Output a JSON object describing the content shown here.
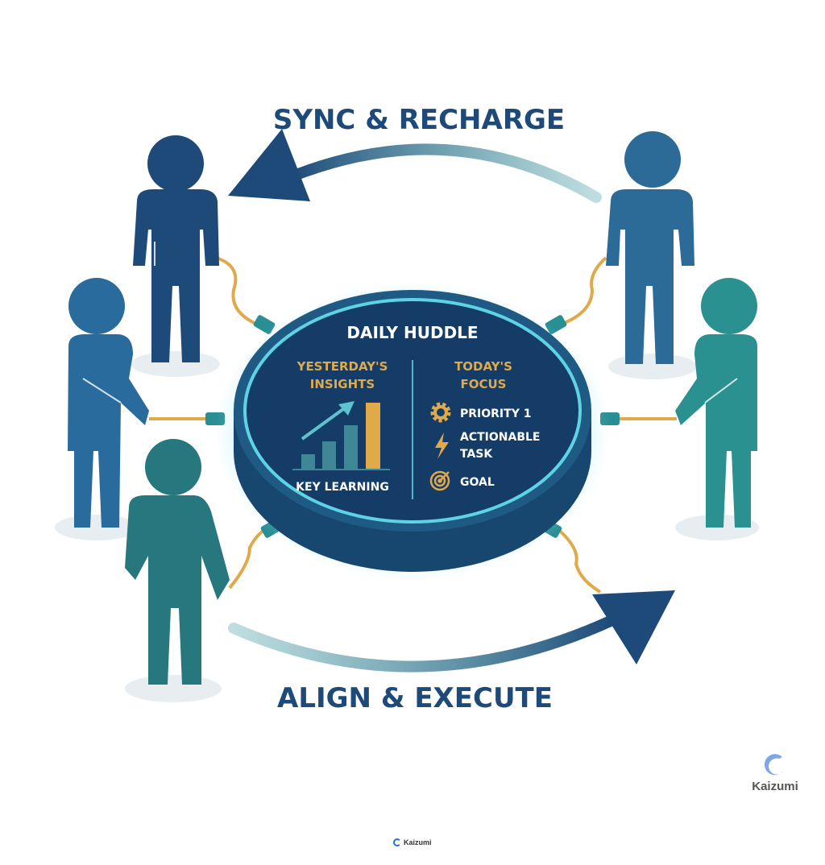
{
  "diagram": {
    "arc_top_label": "SYNC & RECHARGE",
    "arc_bottom_label": "ALIGN & EXECUTE",
    "hub": {
      "title": "DAILY HUDDLE",
      "left_heading_line1": "YESTERDAY'S",
      "left_heading_line2": "INSIGHTS",
      "left_caption": "KEY LEARNING",
      "right_heading_line1": "TODAY'S",
      "right_heading_line2": "FOCUS",
      "items": [
        {
          "icon": "gear-icon",
          "line1": "PRIORITY 1",
          "line2": ""
        },
        {
          "icon": "lightning-icon",
          "line1": "ACTIONABLE",
          "line2": "TASK"
        },
        {
          "icon": "target-icon",
          "line1": "GOAL",
          "line2": ""
        }
      ]
    },
    "colors": {
      "navy": "#1d4a78",
      "teal": "#2a8a8c",
      "gold": "#e0a94a",
      "hub": "#143c66",
      "glow": "#5fd3e6"
    }
  },
  "branding": {
    "logo_text": "Kaizumi",
    "footer_logo_text": "Kaizumi"
  }
}
